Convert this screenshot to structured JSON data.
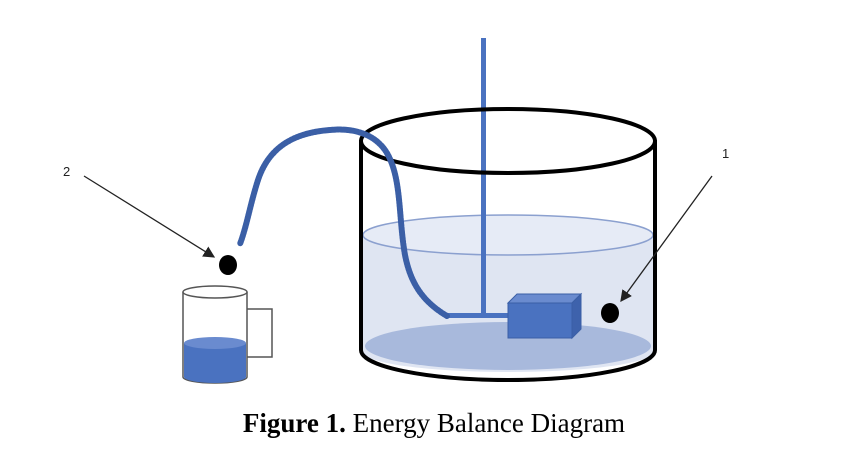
{
  "callouts": {
    "label_1": "1",
    "label_2": "2"
  },
  "caption": {
    "prefix": "Figure 1.",
    "text": " Energy Balance Diagram"
  },
  "colors": {
    "water_fill": "#dfe5f2",
    "water_bottom": "#a8b9dc",
    "pipe": "#3b5fa6",
    "stirrer": "#4a72c0",
    "block": "#4a72c0",
    "rim": "#000000",
    "cup_liquid": "#4a72c0"
  }
}
